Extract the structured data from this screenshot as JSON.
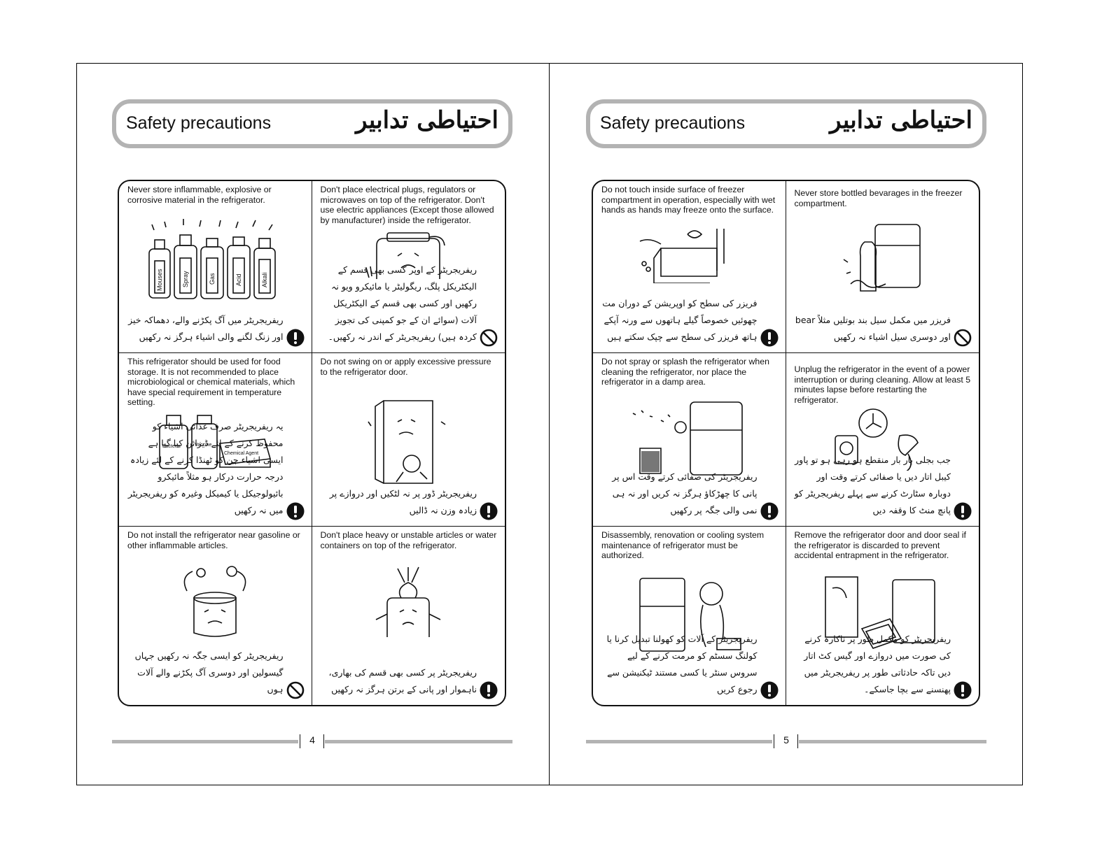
{
  "pages": [
    {
      "header": {
        "title_en": "Safety precautions",
        "title_ur": "احتیاطی تدابیر"
      },
      "page_number": "4",
      "cells": [
        {
          "en": "Never store inflammable, explosive or corrosive material in the refrigerator.",
          "ur": "ریفریجریٹر میں آگ پکڑنے والے، دھماکہ خیز اور زنگ لگنے والی اشیاء ہرگز نہ رکھیں",
          "sign": "exclamation-icon",
          "labels": [
            "Mouses",
            "Spray",
            "Gas",
            "Acid",
            "Alkali"
          ]
        },
        {
          "en": "Don't place electrical plugs, regulators or microwaves on  top of the refrigerator. Don't use electric appliances (Except those allowed by manufacturer) inside the refrigerator.",
          "ur": "ریفریجریٹر کے اوپر کسی بھی قسم کے الیکٹریکل پلگ، ریگولیٹر یا مائیکرو ویو نہ رکھیں اور کسی بھی قسم کے الیکٹریکل آلات (سوائے ان کے جو کمپنی کی تجویز کردہ ہیں) ریفریجریٹر کے اندر نہ رکھیں۔",
          "sign": "prohibited-icon"
        },
        {
          "en": "This refrigerator should be used for food storage. It is not recommended to place microbiological or chemical materials, which have special requirement in temperature setting.",
          "ur": "یہ ریفریجریٹر صرف غذائی اشیاء کو محفوظ کرنے کے لئے ڈیزائن کیا گیا ہے ایسی اشیاء جن کو ٹھنڈا کرنے کے لئے زیادہ درجہ حرارت درکار ہو مثلاً مائیکرو بائیولوجیکل یا کیمیکل وغیرہ کو ریفریجریٹر میں نہ رکھیں",
          "sign": "exclamation-icon",
          "labels": [
            "Bacteria",
            "Vaccine",
            "Chemical Agent"
          ]
        },
        {
          "en": "Do not swing on or apply excessive pressure to the refrigerator door.",
          "ur": "ریفریجریٹر ڈور پر نہ لٹکیں اور دروازے پر زیادہ وزن نہ ڈالیں",
          "sign": "exclamation-icon"
        },
        {
          "en": "Do not install the refrigerator near gasoline or other inflammable articles.",
          "ur": "ریفریجریٹر کو ایسی جگہ نہ رکھیں جہاں گیسولین اور دوسری آگ پکڑنے والے آلات ہوں",
          "sign": "prohibited-icon"
        },
        {
          "en": "Don't place heavy or unstable articles or water containers on top of the refrigerator.",
          "ur": "ریفریجریٹر پر کسی بھی قسم کی بھاری، ناہموار اور پانی کے برتن ہرگز نہ رکھیں",
          "sign": "exclamation-icon"
        }
      ]
    },
    {
      "header": {
        "title_en": "Safety precautions",
        "title_ur": "احتیاطی تدابیر"
      },
      "page_number": "5",
      "cells": [
        {
          "en": "Do not touch inside surface of freezer compartment in operation, especially with wet hands as hands may freeze onto the surface.",
          "ur": "فریزر کی سطح کو اوپریشن کے دوران مت چھوئیں خصوصاً گیلے ہاتھوں سے ورنہ آپکے ہاتھ فریزر کی سطح سے چپک سکتے ہیں",
          "sign": "exclamation-icon"
        },
        {
          "en": "Never store bottled bevarages in the freezer compartment.",
          "ur": "فریزر میں مکمل سیل بند بوتلیں مثلاً bear اور دوسری سیل اشیاء نہ رکھیں",
          "sign": "prohibited-icon"
        },
        {
          "en": "Do not spray or splash the refrigerator when cleaning the refrigerator, nor place the refrigerator in a damp area.",
          "ur": "ریفریجریٹر کی صفائی کرتے وقت اس پر پانی کا چھڑکاؤ ہرگز نہ کریں اور نہ ہی نمی والی جگہ پر رکھیں",
          "sign": "exclamation-icon"
        },
        {
          "en": "Unplug the refrigerator in the event of a power interruption or during cleaning. Allow at least 5 minutes lapse before restarting the refrigerator.",
          "ur": "جب بجلی بار بار منقطع ہو رہی ہو تو پاور کیبل اتار دیں یا صفائی کرتے وقت اور دوبارہ سٹارٹ کرنے سے پہلے ریفریجریٹر کو پانچ منٹ کا وقفہ دیں",
          "sign": "exclamation-icon"
        },
        {
          "en": "Disassembly, renovation or cooling system maintenance of refrigerator must be authorized.",
          "ur": "ریفریجریٹر کے آلات کو کھولنا تبدیل کرنا یا کولنگ سسٹم کو مرمت کرنے کے لیے سروس سنٹر یا کسی مستند ٹیکنیشن سے رجوع کریں",
          "sign": "exclamation-icon"
        },
        {
          "en": "Remove the refrigerator door and door seal if the refrigerator is discarded to prevent accidental entrapment in the refrigerator.",
          "ur": "ریفریجریٹر کو مکمل طور پر ناکارہ کرنے کی صورت میں دروازے اور گیس کٹ اتار دیں تاکہ حادثاتی طور پر ریفریجریٹر میں پھنسنے سے بچا جاسکے۔",
          "sign": "exclamation-icon"
        }
      ]
    }
  ]
}
